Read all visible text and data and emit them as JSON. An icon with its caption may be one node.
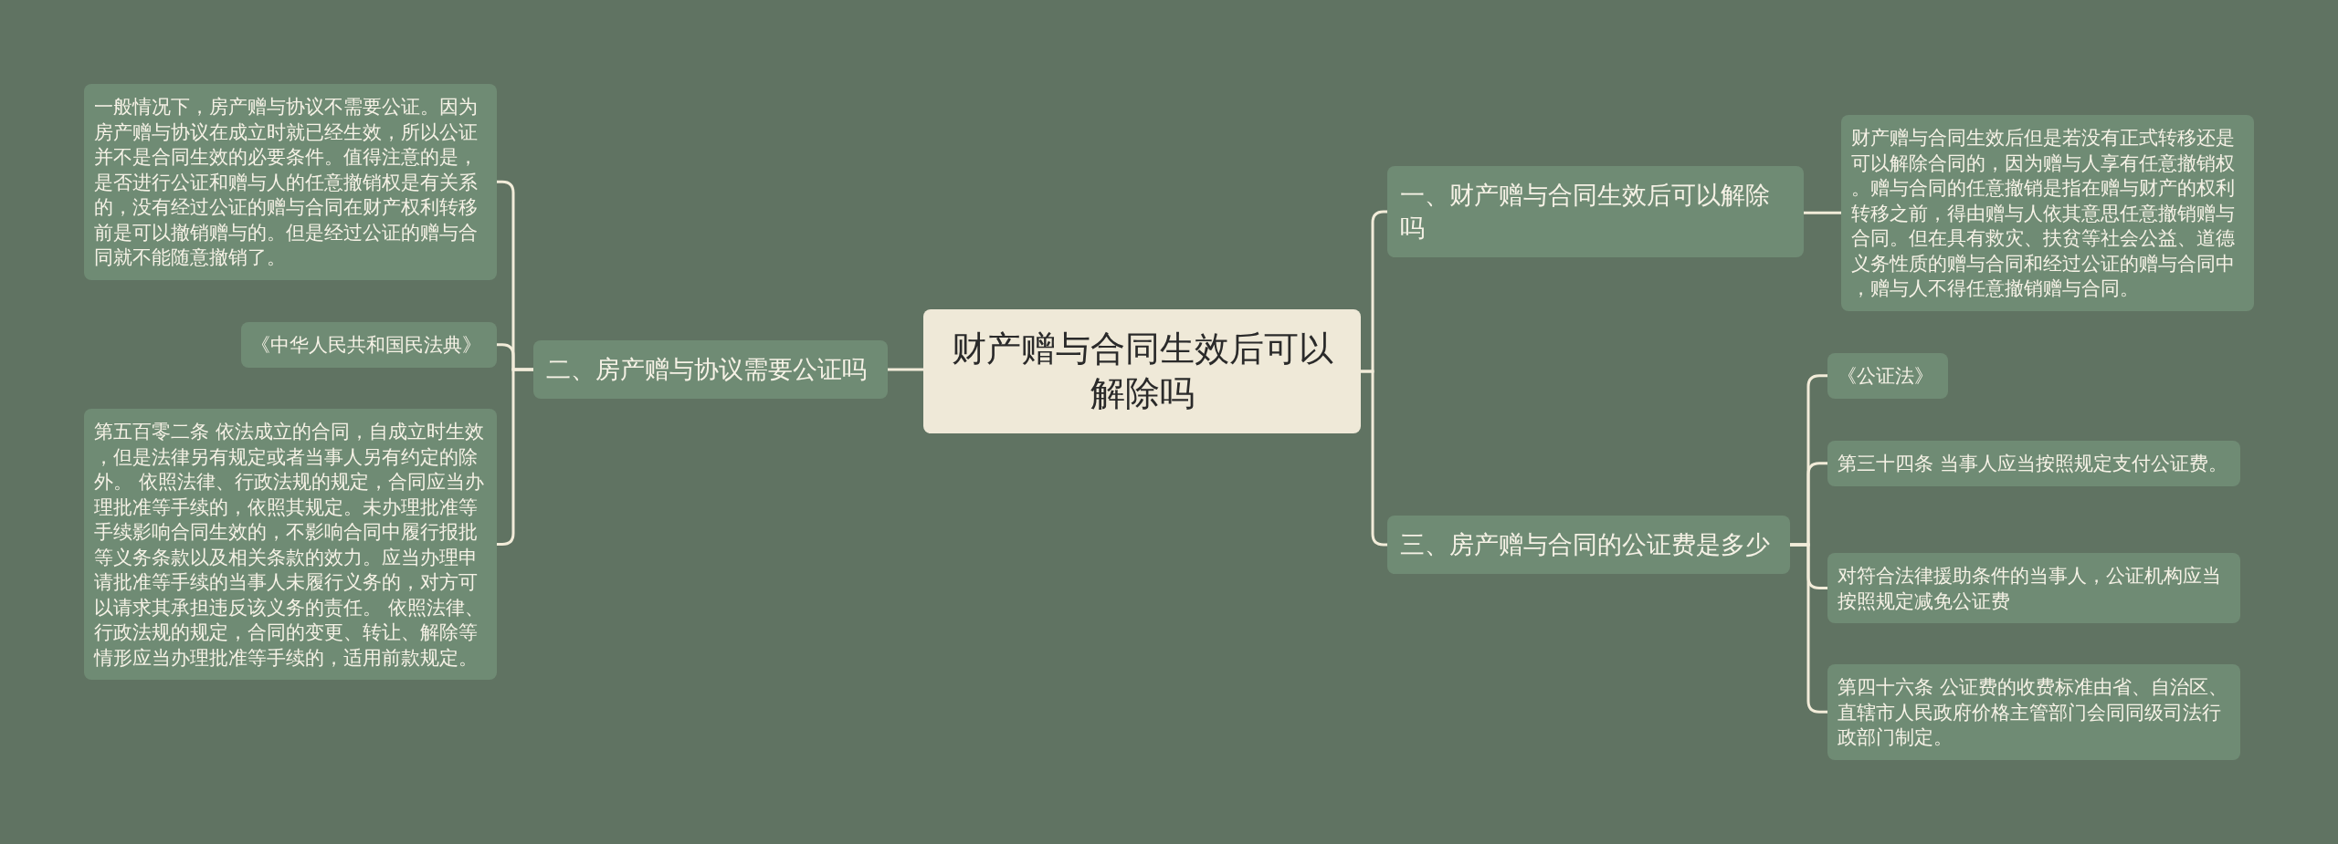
{
  "diagram": {
    "nodes": [
      {
        "text": [
          "财产赠与合同生效后可以解除吗"
        ]
      },
      {
        "text": [
          "一、财产赠与合同生效后可以解除吗"
        ]
      },
      {
        "text": [
          "财产赠与合同生效后但是若没有正式转移还是可以解除合同的，因为赠与人享有任意撤销权。赠与合同的任意撤销是指在赠与财产的权利转移之前，得由赠与人依其意思任意撤销赠与合同。但在具有救灾、扶贫等社会公益、道德义务性质的赠与合同和经过公证的赠与合同中，赠与人不得任意撤销赠与合同。"
        ]
      },
      {
        "text": [
          "二、房产赠与协议需要公证吗"
        ]
      },
      {
        "text": [
          "一般情况下，房产赠与协议不需要公证。因为房产赠与协议在成立时就已经生效，所以公证并不是合同生效的必要条件。值得注意的是，是否进行公证和赠与人的任意撤销权是有关系的，没有经过公证的赠与合同在财产权利转移前是可以撤销赠与的。但是经过公证的赠与合同就不能随意撤销了。"
        ]
      },
      {
        "text": [
          "《中华人民共和国民法典》"
        ]
      },
      {
        "text": [
          "第五百零二条 依法成立的合同，自成立时生效，但是法律另有规定或者当事人另有约定的除外。 依照法律、行政法规的规定，合同应当办理批准等手续的，依照其规定。未办理批准等手续影响合同生效的，不影响合同中履行报批等义务条款以及相关条款的效力。应当办理申请批准等手续的当事人未履行义务的，对方可以请求其承担违反该义务的责任。 依照法律、行政法规的规定，合同的变更、转让、解除等情形应当办理批准等手续的，适用前款规定。"
        ]
      },
      {
        "text": [
          "三、房产赠与合同的公证费是多少"
        ]
      },
      {
        "text": [
          "《公证法》"
        ]
      },
      {
        "text": [
          "第三十四条 当事人应当按照规定支付公证费。"
        ]
      },
      {
        "text": [
          "对符合法律援助条件的当事人，公证机构应当按照规定减免公证费"
        ]
      },
      {
        "text": [
          "第四十六条 公证费的收费标准由省、自治区、直辖市人民政府价格主管部门会同同级司法行政部门制定。"
        ]
      }
    ],
    "edges": [
      {
        "from": 0,
        "to": 1,
        "arrow": "none"
      },
      {
        "from": 1,
        "to": 2,
        "arrow": "none"
      },
      {
        "from": 0,
        "to": 3,
        "arrow": "none"
      },
      {
        "from": 3,
        "to": 4,
        "arrow": "none"
      },
      {
        "from": 3,
        "to": 5,
        "arrow": "none"
      },
      {
        "from": 3,
        "to": 6,
        "arrow": "none"
      },
      {
        "from": 0,
        "to": 7,
        "arrow": "none"
      },
      {
        "from": 7,
        "to": 8,
        "arrow": "none"
      },
      {
        "from": 7,
        "to": 9,
        "arrow": "none"
      },
      {
        "from": 7,
        "to": 10,
        "arrow": "none"
      },
      {
        "from": 7,
        "to": 11,
        "arrow": "none"
      }
    ]
  }
}
